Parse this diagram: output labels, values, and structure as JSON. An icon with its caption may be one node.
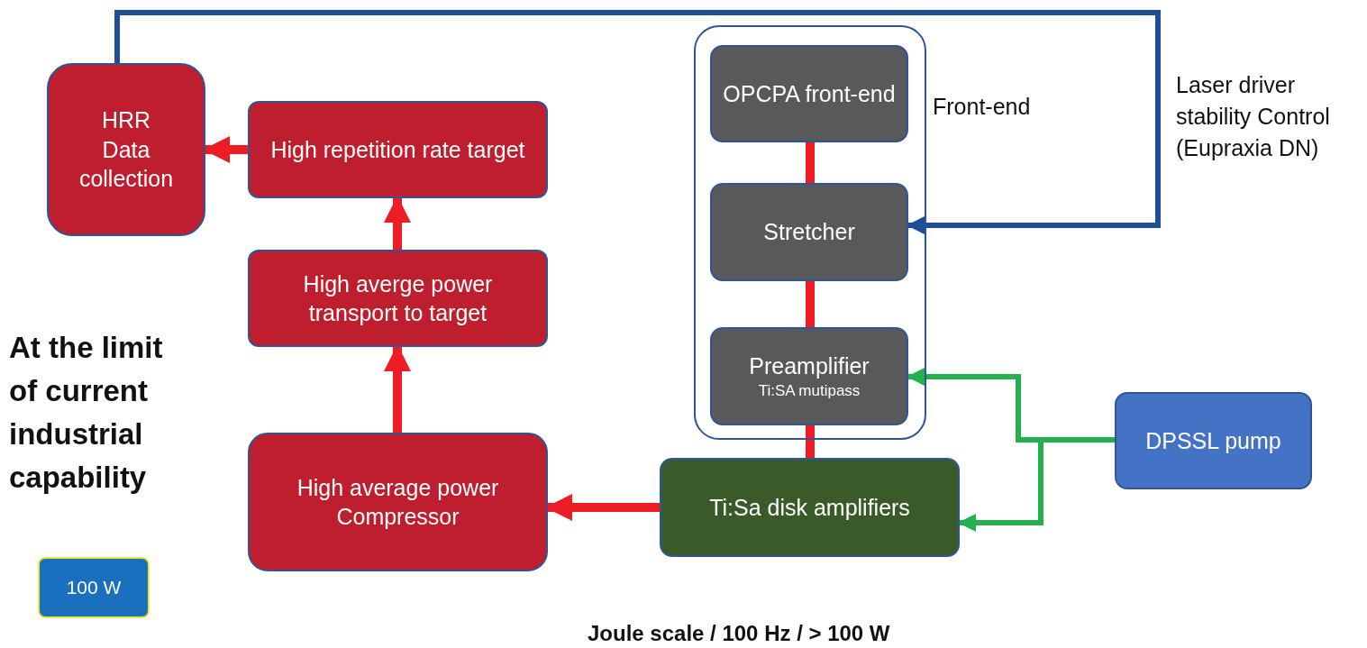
{
  "diagram": {
    "nodes": [
      {
        "text": [
          "HRR Data collection"
        ]
      },
      {
        "text": [
          "High repetition rate target"
        ]
      },
      {
        "text": [
          "High averge power transport to target"
        ]
      },
      {
        "text": [
          "High average power Compressor"
        ]
      },
      {
        "text": [
          "Front-end"
        ]
      },
      {
        "text": [
          "OPCPA front-end"
        ],
        "in": 4
      },
      {
        "text": [
          "Stretcher"
        ],
        "in": 4
      },
      {
        "text": [
          "Preamplifier",
          "Ti:SA mutipass"
        ],
        "in": 4
      },
      {
        "text": [
          "Ti:Sa disk amplifiers"
        ]
      },
      {
        "text": [
          "DPSSL pump"
        ]
      },
      {
        "text": [
          "100 W"
        ]
      }
    ],
    "edges": [
      {
        "from": 1,
        "to": 0,
        "arrow": "to"
      },
      {
        "from": 2,
        "to": 1,
        "arrow": "to"
      },
      {
        "from": 3,
        "to": 2,
        "arrow": "to"
      },
      {
        "from": 8,
        "to": 3,
        "arrow": "to"
      },
      {
        "from": 5,
        "to": 6,
        "arrow": "none"
      },
      {
        "from": 6,
        "to": 7,
        "arrow": "none"
      },
      {
        "from": 7,
        "to": 8,
        "arrow": "none"
      },
      {
        "from": 0,
        "to": 6,
        "arrow": "to",
        "label": "Laser driver stability Control (Eupraxia DN)",
        "color": "#1f4e96"
      },
      {
        "from": 9,
        "to": 7,
        "arrow": "to",
        "color": "#22b14c"
      },
      {
        "from": 9,
        "to": 8,
        "arrow": "to",
        "color": "#22b14c"
      }
    ],
    "labels": [
      "At the limit of current industrial capability",
      "Joule scale / 100 Hz / > 100 W"
    ]
  }
}
